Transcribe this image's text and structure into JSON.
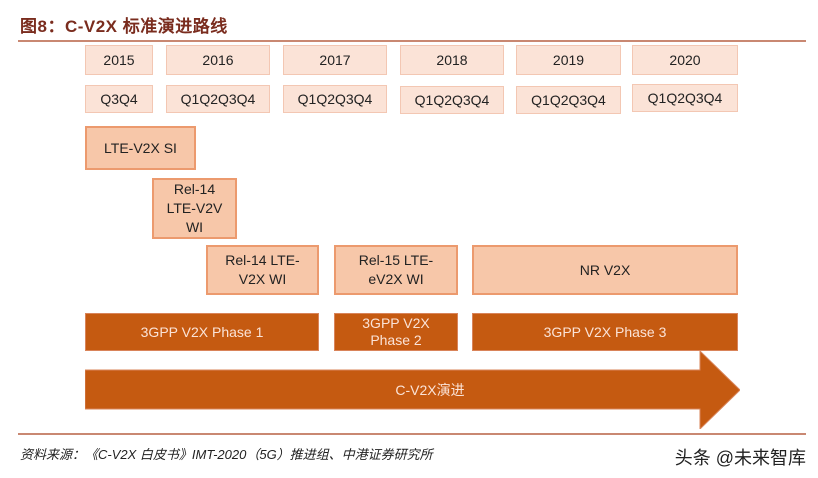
{
  "title": "图8：C-V2X 标准演进路线",
  "years": [
    {
      "year": "2015",
      "quarters": "Q3Q4"
    },
    {
      "year": "2016",
      "quarters": "Q1Q2Q3Q4"
    },
    {
      "year": "2017",
      "quarters": "Q1Q2Q3Q4"
    },
    {
      "year": "2018",
      "quarters": "Q1Q2Q3Q4"
    },
    {
      "year": "2019",
      "quarters": "Q1Q2Q3Q4"
    },
    {
      "year": "2020",
      "quarters": "Q1Q2Q3Q4"
    }
  ],
  "work_items": [
    {
      "label": "LTE-V2X SI"
    },
    {
      "label": "Rel-14 LTE-V2V WI"
    },
    {
      "label": "Rel-14 LTE-V2X WI"
    },
    {
      "label": "Rel-15 LTE-eV2X WI"
    },
    {
      "label": "NR V2X"
    }
  ],
  "phases": [
    {
      "label": "3GPP V2X Phase 1"
    },
    {
      "label": "3GPP V2X Phase 2"
    },
    {
      "label": "3GPP V2X Phase 3"
    }
  ],
  "arrow_label": "C-V2X演进",
  "source": "资料来源：《C-V2X 白皮书》IMT-2020（5G）推进组、中港证券研究所",
  "watermark": "头条 @未来智库",
  "colors": {
    "header_fill": "#fbe3d7",
    "item_fill": "#f7c7a9",
    "item_border": "#ec9a6e",
    "phase_fill": "#c55a11",
    "title": "#7a2c1e"
  }
}
